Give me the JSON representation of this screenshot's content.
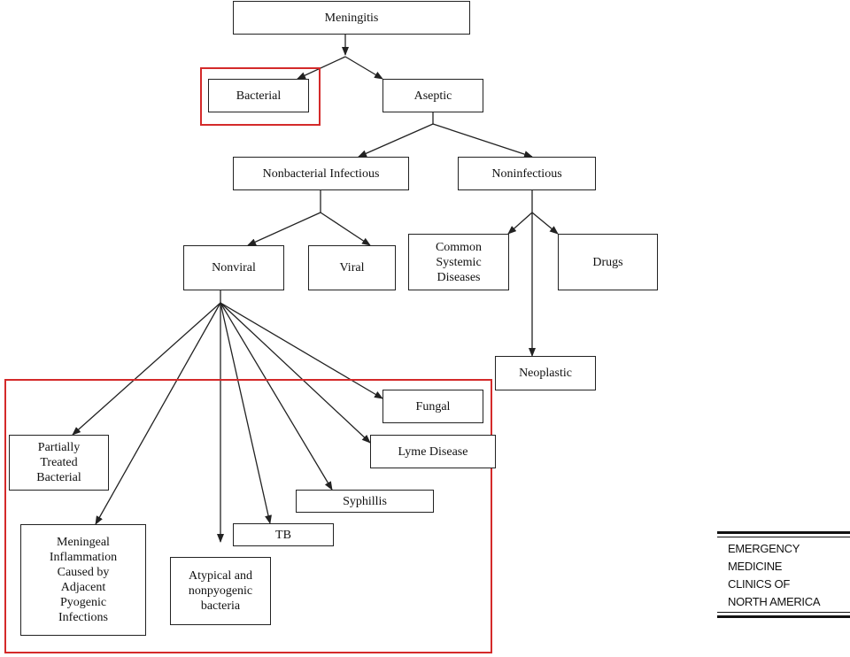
{
  "nodes": {
    "meningitis": "Meningitis",
    "bacterial": "Bacterial",
    "aseptic": "Aseptic",
    "nonbacterial_infectious": "Nonbacterial Infectious",
    "noninfectious": "Noninfectious",
    "nonviral": "Nonviral",
    "viral": "Viral",
    "common_systemic_diseases": "Common\nSystemic\nDiseases",
    "drugs": "Drugs",
    "neoplastic": "Neoplastic",
    "fungal": "Fungal",
    "lyme_disease": "Lyme Disease",
    "syphillis": "Syphillis",
    "tb": "TB",
    "partially_treated_bacterial": "Partially\nTreated\nBacterial",
    "meningeal_inflammation": "Meningeal\nInflammation\nCaused by\nAdjacent\nPyogenic\nInfections",
    "atypical_bacteria": "Atypical and\nnonpyogenic\nbacteria"
  },
  "highlight_color": "#d42a2a",
  "logo": {
    "text": "EMERGENCY\nMEDICINE\nCLINICS OF\nNORTH AMERICA"
  }
}
